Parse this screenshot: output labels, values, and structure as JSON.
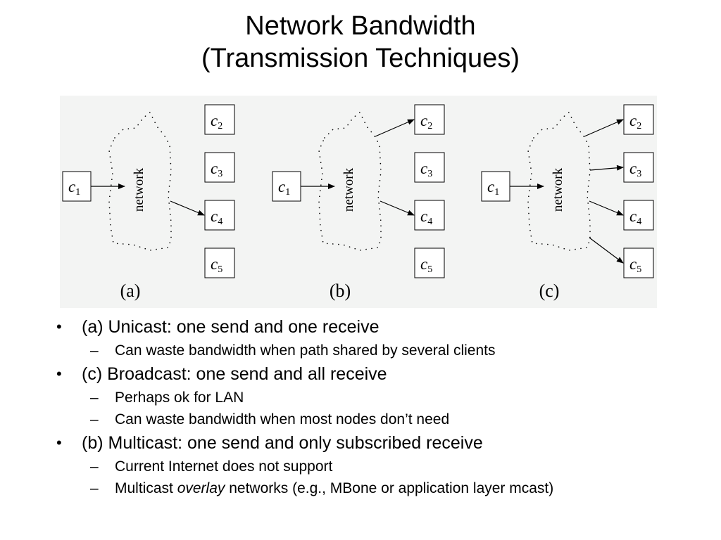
{
  "title": {
    "line1": "Network Bandwidth",
    "line2": "(Transmission Techniques)"
  },
  "figure": {
    "panels": [
      {
        "caption": "(a)",
        "cloud_label": "network",
        "sender": "c",
        "sender_sub": "1",
        "receivers": [
          {
            "base": "c",
            "sub": "2"
          },
          {
            "base": "c",
            "sub": "3"
          },
          {
            "base": "c",
            "sub": "4"
          },
          {
            "base": "c",
            "sub": "5"
          }
        ],
        "arrows_to": [
          "4"
        ]
      },
      {
        "caption": "(b)",
        "cloud_label": "network",
        "sender": "c",
        "sender_sub": "1",
        "receivers": [
          {
            "base": "c",
            "sub": "2"
          },
          {
            "base": "c",
            "sub": "3"
          },
          {
            "base": "c",
            "sub": "4"
          },
          {
            "base": "c",
            "sub": "5"
          }
        ],
        "arrows_to": [
          "2",
          "4"
        ]
      },
      {
        "caption": "(c)",
        "cloud_label": "network",
        "sender": "c",
        "sender_sub": "1",
        "receivers": [
          {
            "base": "c",
            "sub": "2"
          },
          {
            "base": "c",
            "sub": "3"
          },
          {
            "base": "c",
            "sub": "4"
          },
          {
            "base": "c",
            "sub": "5"
          }
        ],
        "arrows_to": [
          "2",
          "3",
          "4",
          "5"
        ]
      }
    ]
  },
  "bullets": [
    {
      "text": "(a) Unicast: one send and one receive",
      "subs": [
        {
          "text": "Can waste bandwidth when path shared by several clients"
        }
      ]
    },
    {
      "text": "(c) Broadcast: one send and all receive",
      "subs": [
        {
          "text": "Perhaps ok for LAN"
        },
        {
          "text": "Can waste bandwidth when most nodes don’t need"
        }
      ]
    },
    {
      "text": "(b) Multicast: one send and only subscribed receive",
      "subs": [
        {
          "text": "Current Internet does not support"
        },
        {
          "pre": "Multicast ",
          "em": "overlay",
          "post": " networks (e.g., MBone or application layer mcast)"
        }
      ]
    }
  ],
  "marks": {
    "bullet": "•",
    "dash": "–"
  }
}
